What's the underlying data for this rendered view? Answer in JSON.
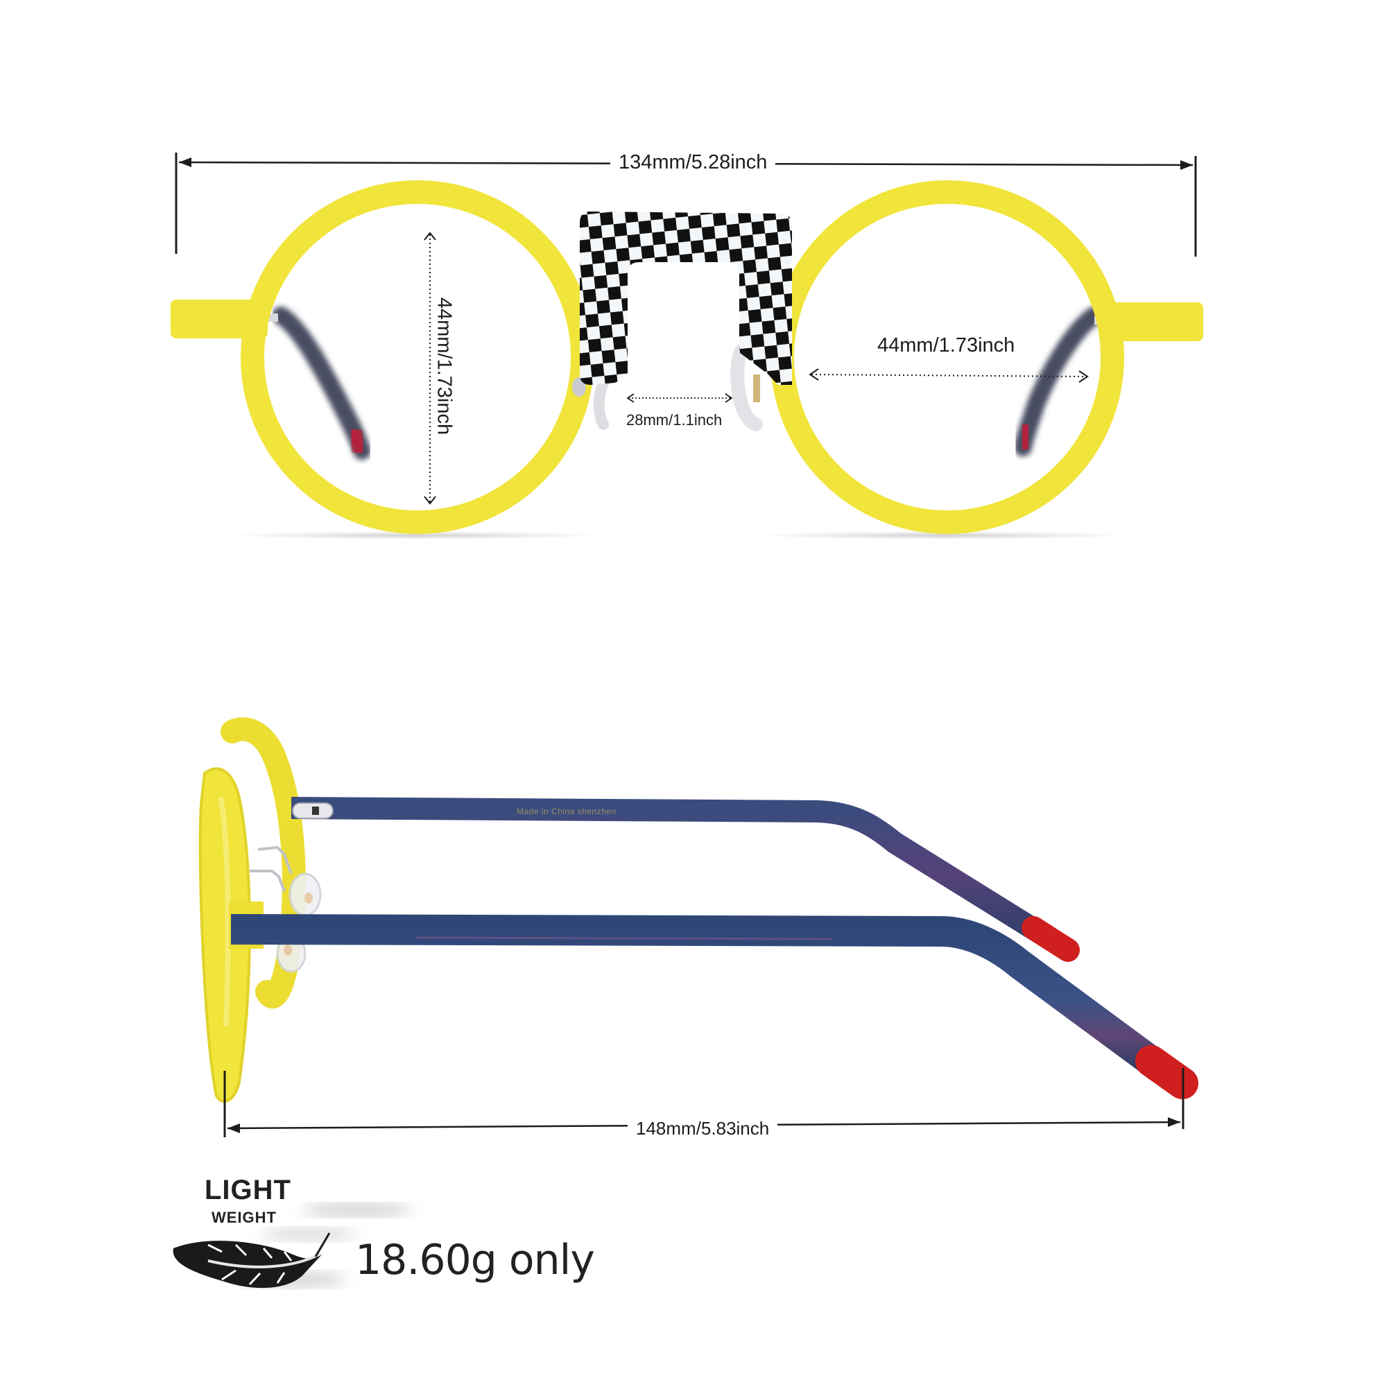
{
  "colors": {
    "frame_yellow": "#F1E43A",
    "frame_yellow_shade": "#D9CB22",
    "temple_navy": "#344A78",
    "temple_purple": "#5A4272",
    "tip_red": "#D01F1F",
    "check_black": "#111111",
    "check_white": "#F4F7FA",
    "line": "#1c1c1c"
  },
  "front_view": {
    "total_width_label": "134mm/5.28inch",
    "lens_height_label": "44mm/1.73inch",
    "lens_width_label": "44mm/1.73inch",
    "bridge_width_label": "28mm/1.1inch"
  },
  "side_view": {
    "temple_length_label": "148mm/5.83inch",
    "temple_imprint": "Made in China shenzhen"
  },
  "weight_badge": {
    "title": "LIGHT",
    "subtitle": "WEIGHT",
    "value": "18.60g only",
    "icon": "feather-icon"
  }
}
